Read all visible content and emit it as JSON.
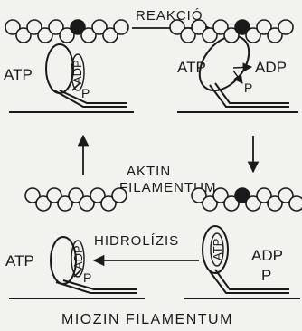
{
  "labels": {
    "reaction": "REAKCIÓ",
    "hydrolysis": "HIDROLÍZIS",
    "actin_line1": "AKTIN",
    "actin_line2": "FILAMENTUM",
    "myosin": "MIOZIN FILAMENTUM",
    "atp": "ATP",
    "adp": "ADP",
    "p": "P"
  },
  "colors": {
    "ink": "#1a1a1a",
    "paper": "#f2f2ef"
  }
}
